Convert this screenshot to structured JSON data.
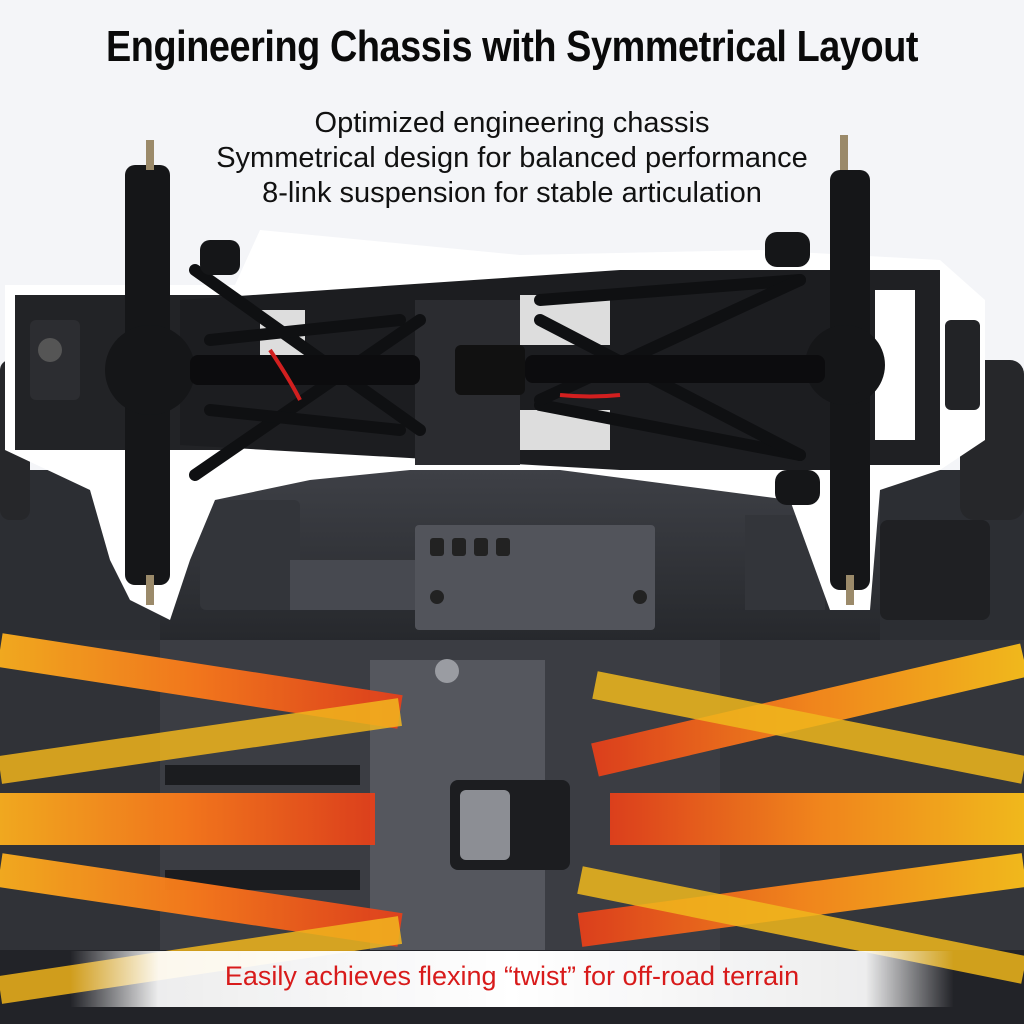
{
  "headline": "Engineering Chassis with Symmetrical Layout",
  "subheadings": [
    "Optimized engineering chassis",
    "Symmetrical design for balanced performance",
    "8-link suspension for stable articulation"
  ],
  "caption": "Easily achieves flexing “twist” for off-road terrain",
  "colors": {
    "background": "#f4f5f8",
    "headline_text": "#0a0a0a",
    "caption_text": "#d81b1b",
    "chassis_dark": "#1b1c1f",
    "chassis_grey": "#3a3c42",
    "link_orange": "#ff7a1a",
    "link_yellow": "#ffc21a",
    "link_red": "#e83a14"
  },
  "icons": {
    "chassis_topview": "rc-crawler-chassis-top-view",
    "chassis_closeup": "chassis-closeup-with-highlighted-links"
  }
}
